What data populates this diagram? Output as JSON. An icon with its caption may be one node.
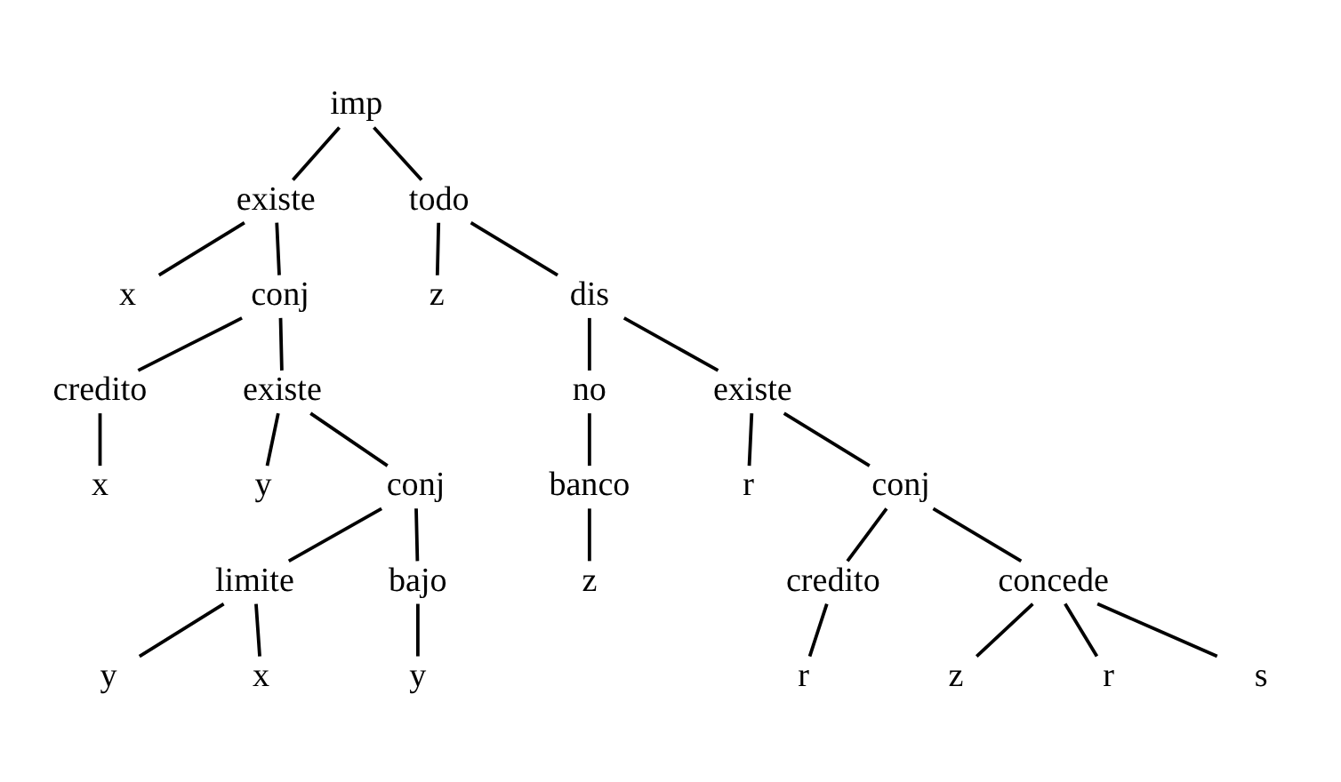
{
  "diagram": {
    "nodes": [
      {
        "text": [
          "imp"
        ]
      },
      {
        "text": [
          "existe"
        ]
      },
      {
        "text": [
          "x"
        ]
      },
      {
        "text": [
          "conj"
        ]
      },
      {
        "text": [
          "credito"
        ]
      },
      {
        "text": [
          "x"
        ]
      },
      {
        "text": [
          "existe"
        ]
      },
      {
        "text": [
          "y"
        ]
      },
      {
        "text": [
          "conj"
        ]
      },
      {
        "text": [
          "limite"
        ]
      },
      {
        "text": [
          "y"
        ]
      },
      {
        "text": [
          "x"
        ]
      },
      {
        "text": [
          "bajo"
        ]
      },
      {
        "text": [
          "y"
        ]
      },
      {
        "text": [
          "todo"
        ]
      },
      {
        "text": [
          "z"
        ]
      },
      {
        "text": [
          "dis"
        ]
      },
      {
        "text": [
          "no"
        ]
      },
      {
        "text": [
          "banco"
        ]
      },
      {
        "text": [
          "z"
        ]
      },
      {
        "text": [
          "existe"
        ]
      },
      {
        "text": [
          "r"
        ]
      },
      {
        "text": [
          "conj"
        ]
      },
      {
        "text": [
          "credito"
        ]
      },
      {
        "text": [
          "r"
        ]
      },
      {
        "text": [
          "concede"
        ]
      },
      {
        "text": [
          "z"
        ]
      },
      {
        "text": [
          "r"
        ]
      },
      {
        "text": [
          "s"
        ]
      }
    ],
    "edges": [
      {
        "from": 0,
        "to": 1,
        "arrow": "none"
      },
      {
        "from": 0,
        "to": 14,
        "arrow": "none"
      },
      {
        "from": 1,
        "to": 2,
        "arrow": "none"
      },
      {
        "from": 1,
        "to": 3,
        "arrow": "none"
      },
      {
        "from": 3,
        "to": 4,
        "arrow": "none"
      },
      {
        "from": 3,
        "to": 6,
        "arrow": "none"
      },
      {
        "from": 4,
        "to": 5,
        "arrow": "none"
      },
      {
        "from": 6,
        "to": 7,
        "arrow": "none"
      },
      {
        "from": 6,
        "to": 8,
        "arrow": "none"
      },
      {
        "from": 8,
        "to": 9,
        "arrow": "none"
      },
      {
        "from": 8,
        "to": 12,
        "arrow": "none"
      },
      {
        "from": 9,
        "to": 10,
        "arrow": "none"
      },
      {
        "from": 9,
        "to": 11,
        "arrow": "none"
      },
      {
        "from": 12,
        "to": 13,
        "arrow": "none"
      },
      {
        "from": 14,
        "to": 15,
        "arrow": "none"
      },
      {
        "from": 14,
        "to": 16,
        "arrow": "none"
      },
      {
        "from": 16,
        "to": 17,
        "arrow": "none"
      },
      {
        "from": 16,
        "to": 20,
        "arrow": "none"
      },
      {
        "from": 17,
        "to": 18,
        "arrow": "none"
      },
      {
        "from": 18,
        "to": 19,
        "arrow": "none"
      },
      {
        "from": 20,
        "to": 21,
        "arrow": "none"
      },
      {
        "from": 20,
        "to": 22,
        "arrow": "none"
      },
      {
        "from": 22,
        "to": 23,
        "arrow": "none"
      },
      {
        "from": 22,
        "to": 25,
        "arrow": "none"
      },
      {
        "from": 23,
        "to": 24,
        "arrow": "none"
      },
      {
        "from": 25,
        "to": 26,
        "arrow": "none"
      },
      {
        "from": 25,
        "to": 27,
        "arrow": "none"
      },
      {
        "from": 25,
        "to": 28,
        "arrow": "none"
      }
    ]
  }
}
